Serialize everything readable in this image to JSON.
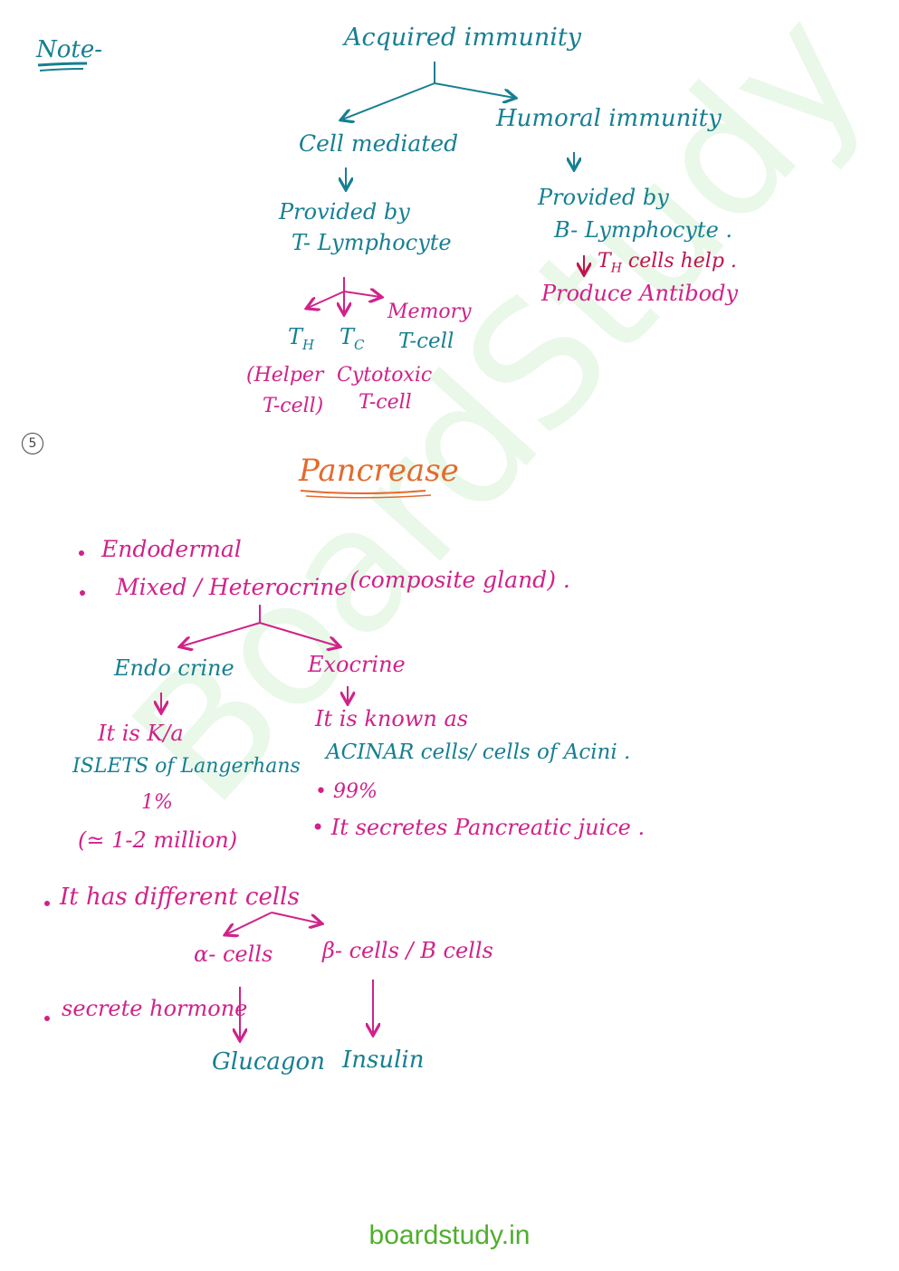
{
  "note": "Note-",
  "immunity": {
    "title": "Acquired immunity",
    "cell_mediated": {
      "title": "Cell mediated",
      "provided_by": "Provided by",
      "lymphocyte": "T- Lymphocyte",
      "types": {
        "th": "T",
        "th_sub": "H",
        "tc": "T",
        "tc_sub": "C",
        "memory": "Memory",
        "memory_cell": "T-cell",
        "helper": "(Helper",
        "helper2": "T-cell)",
        "cytotoxic": "Cytotoxic",
        "cytotoxic2": "T-cell"
      }
    },
    "humoral": {
      "title": "Humoral immunity",
      "provided_by": "Provided by",
      "lymphocyte": "B- Lymphocyte .",
      "th_help_prefix": "T",
      "th_help_sub": "H",
      "th_help_suffix": " cells help .",
      "antibody": "Produce Antibody"
    }
  },
  "circled_number": "5",
  "pancrease": {
    "title": "Pancrease",
    "bullet1": "Endodermal",
    "bullet2_a": "Mixed / Heterocrine",
    "bullet2_b": "(composite gland) .",
    "endocrine": {
      "title": "Endo crine",
      "known_as": "It is K/a",
      "islets": "ISLETS of Langerhans",
      "percent": "1%",
      "count": "(≃ 1-2 million)"
    },
    "exocrine": {
      "title": "Exocrine",
      "known_as": "It is known as",
      "acinar": "ACINAR cells/ cells of Acini .",
      "percent": "• 99%",
      "juice": "• It secretes Pancreatic juice ."
    },
    "different_cells": "It has different cells",
    "alpha": "α- cells",
    "beta": "β- cells / B cells",
    "secrete": "secrete hormone",
    "glucagon": "Glucagon",
    "insulin": "Insulin"
  },
  "watermark": "BoardStudy",
  "footer": "boardstudy.in"
}
